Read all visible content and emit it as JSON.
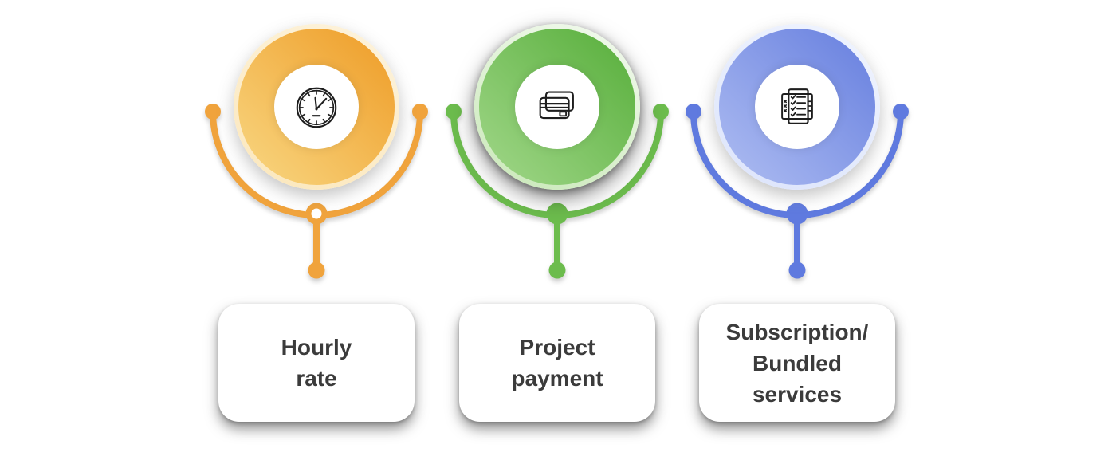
{
  "page": {
    "background": "#FFFFFF",
    "text_color": "#3B3B3B"
  },
  "items": [
    {
      "id": "hourly-rate",
      "label_lines": [
        "Hourly",
        "rate"
      ],
      "icon": "clock-icon",
      "marker_style": "ring-white-center",
      "colors": {
        "connector": "#F0A33C",
        "gradient_start": "#EFA02D",
        "gradient_end": "#F8D57F",
        "halo_start": "#FDF3DC",
        "halo_end": "#FBE7BC"
      }
    },
    {
      "id": "project-payment",
      "label_lines": [
        "Project",
        "payment"
      ],
      "icon": "credit-card-icon",
      "marker_style": "solid-dot",
      "colors": {
        "connector": "#6CBC4D",
        "gradient_start": "#5CB140",
        "gradient_end": "#9FD687",
        "halo_start": "#F3FAEF",
        "halo_end": "#C9E8B8"
      }
    },
    {
      "id": "subscription-bundled-services",
      "label_lines": [
        "Subscription/",
        "Bundled",
        "services"
      ],
      "icon": "checklist-icon",
      "marker_style": "solid-dot",
      "colors": {
        "connector": "#5F7ADF",
        "gradient_start": "#6B83E0",
        "gradient_end": "#ACBBF1",
        "halo_start": "#F0F4FE",
        "halo_end": "#DCE4FB"
      }
    }
  ]
}
